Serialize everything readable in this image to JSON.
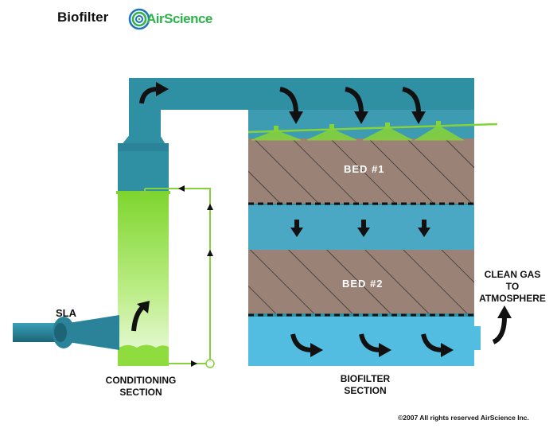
{
  "header": {
    "title": "Biofilter",
    "logo_text": "AirScience"
  },
  "labels": {
    "bed1": "BED #1",
    "bed2": "BED #2",
    "sla": "SLA",
    "clean_gas": "CLEAN GAS\nTO\nATMOSPHERE",
    "conditioning": "CONDITIONING\nSECTION",
    "biofilter_section": "BIOFILTER\nSECTION"
  },
  "footer": {
    "copyright": "©2007 All rights reserved AirScience Inc."
  },
  "colors": {
    "duct": "#2f8fa3",
    "duct_dark": "#1d6f82",
    "media": "#9a8276",
    "plenum": "#4aa8c4",
    "bottom_plenum": "#52bde0",
    "liquid_green": "#8fdc3f",
    "spray_green": "#86d23a",
    "brand_green": "#2db34a",
    "brand_blue": "#1b73b8"
  },
  "icons": {
    "logo": "swirl-logo-icon",
    "flow_arrow": "curved-flow-arrow-icon",
    "down_arrow": "down-arrow-icon",
    "spray_nozzle": "spray-nozzle-icon",
    "pump": "pump-icon"
  }
}
